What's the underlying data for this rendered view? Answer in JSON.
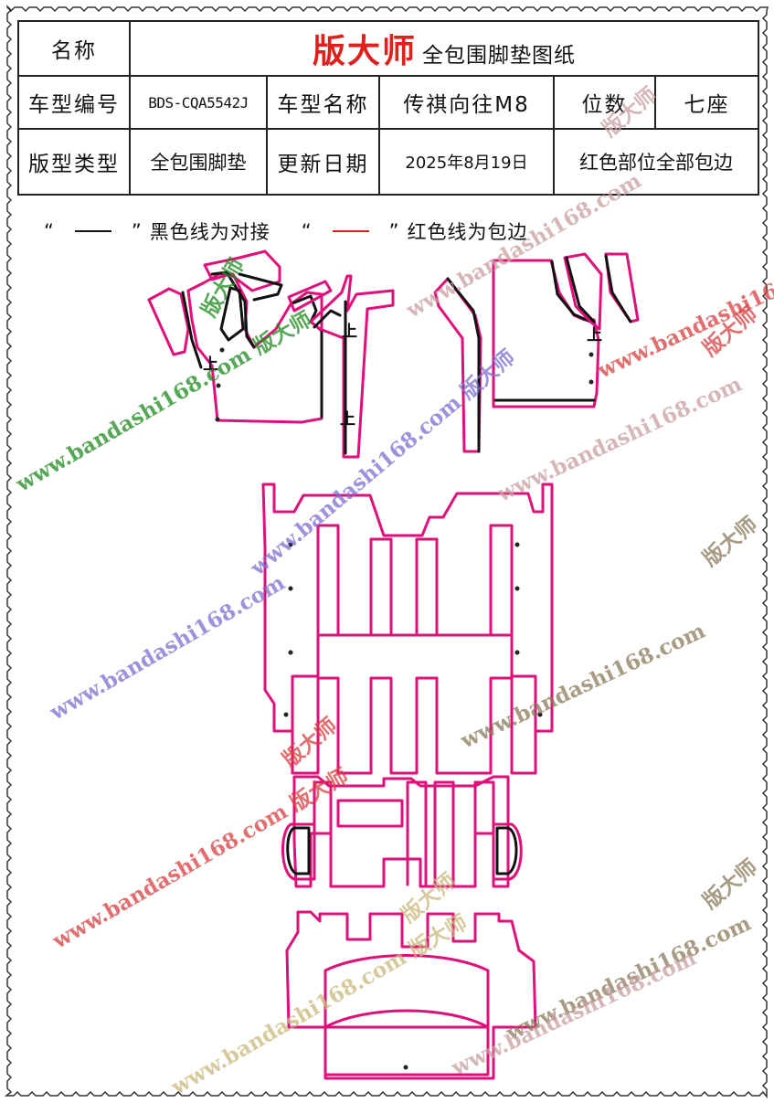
{
  "header": {
    "name_label": "名称",
    "brand": "版大师",
    "title_rest": "全包围脚垫图纸",
    "model_code_label": "车型编号",
    "model_code": "BDS-CQA5542J",
    "model_name_label": "车型名称",
    "model_name": "传祺向往M8",
    "seats_label": "位数",
    "seats": "七座",
    "pattern_type_label": "版型类型",
    "pattern_type": "全包围脚垫",
    "update_label": "更新日期",
    "update_date": "2025年8月19日",
    "note": "红色部位全部包边"
  },
  "legend": {
    "quote_open": "“",
    "quote_close": "”",
    "black_text": "黑色线为对接",
    "red_text": "红色线为包边",
    "black_color": "#111111",
    "red_color": "#e0201c"
  },
  "drawing": {
    "up_mark": "上",
    "trim_color": "#e0107a",
    "joint_color": "#111111"
  },
  "watermarks": {
    "url": "www.bandashi168.com",
    "brand": "版大师",
    "colors": [
      "#1e8a1e",
      "#7a6fd0",
      "#c8a0a0",
      "#d84040",
      "#c9b87a",
      "#8a7a5a"
    ]
  }
}
